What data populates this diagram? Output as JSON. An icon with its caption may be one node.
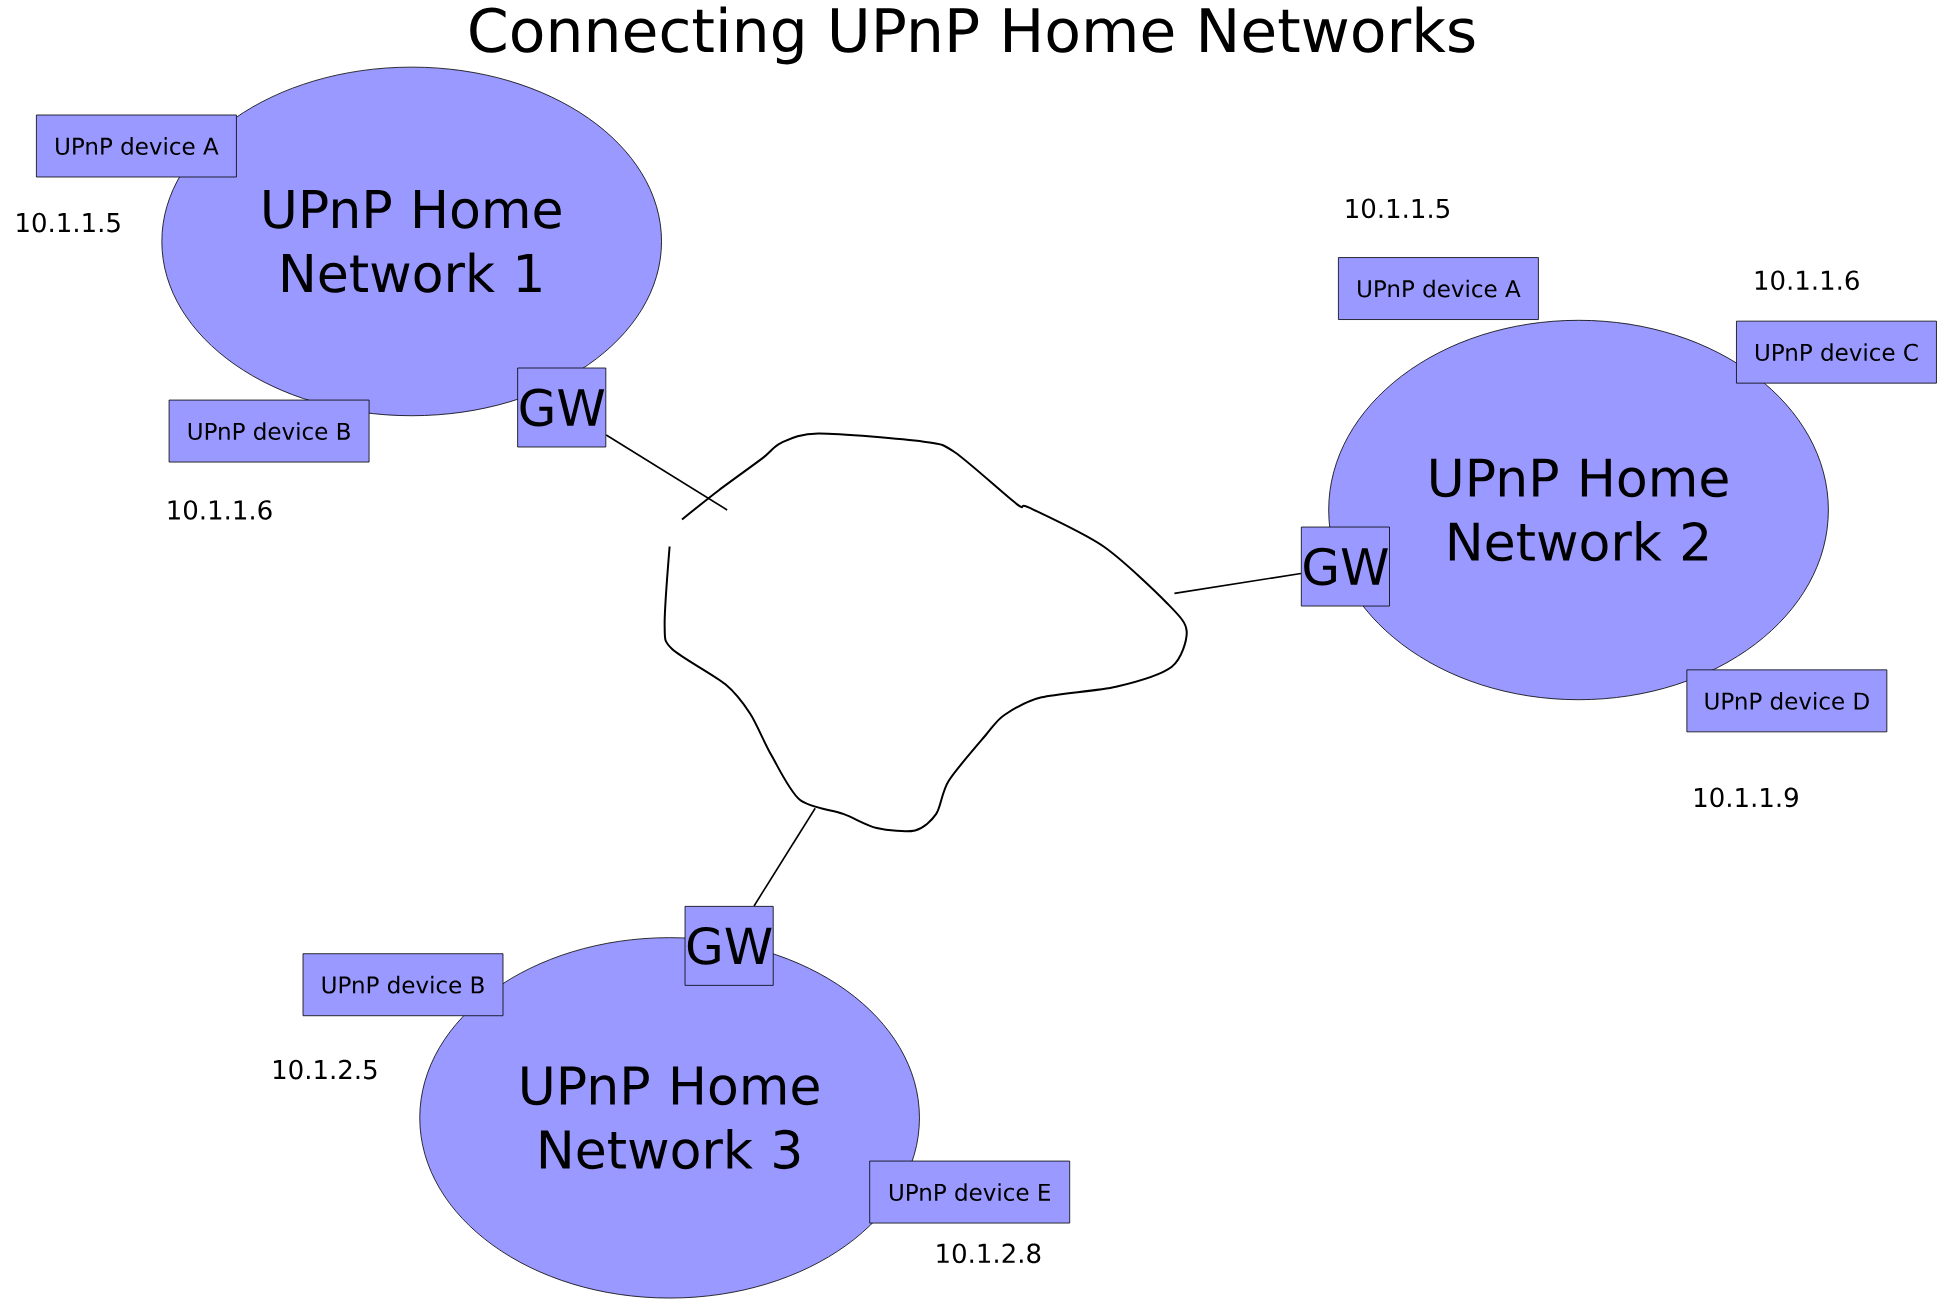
{
  "diagram": {
    "title": "Connecting UPnP Home Networks",
    "nodes": [
      {
        "text": [
          "UPnP device A"
        ],
        "beside": [
          "10.1.1.5"
        ]
      },
      {
        "text": [
          "UPnP Home Network 1"
        ]
      },
      {
        "text": [
          "UPnP device A"
        ],
        "beside": [
          "10.1.1.5"
        ]
      },
      {
        "text": [
          "UPnP device C"
        ],
        "beside": [
          "10.1.1.6"
        ]
      },
      {
        "text": [
          "UPnP device B"
        ],
        "beside": [
          "10.1.1.6"
        ]
      },
      {
        "text": [
          "GW"
        ]
      },
      {
        "text": [
          "UPnP Home Network 2"
        ]
      },
      {
        "text": [],
        "shape": "cloud"
      },
      {
        "text": [
          "GW"
        ]
      },
      {
        "text": [
          "UPnP device D"
        ],
        "beside": [
          "10.1.1.9"
        ]
      },
      {
        "text": [
          "GW"
        ]
      },
      {
        "text": [
          "UPnP device B"
        ],
        "beside": [
          "10.1.2.5"
        ]
      },
      {
        "text": [
          "UPnP Home Network 3"
        ]
      },
      {
        "text": [
          "UPnP device E"
        ],
        "beside": [
          "10.1.2.8"
        ]
      }
    ],
    "edges": [
      {
        "from": 5,
        "to": 7,
        "arrow": "none"
      },
      {
        "from": 8,
        "to": 7,
        "arrow": "none"
      },
      {
        "from": 10,
        "to": 7,
        "arrow": "none"
      }
    ]
  }
}
